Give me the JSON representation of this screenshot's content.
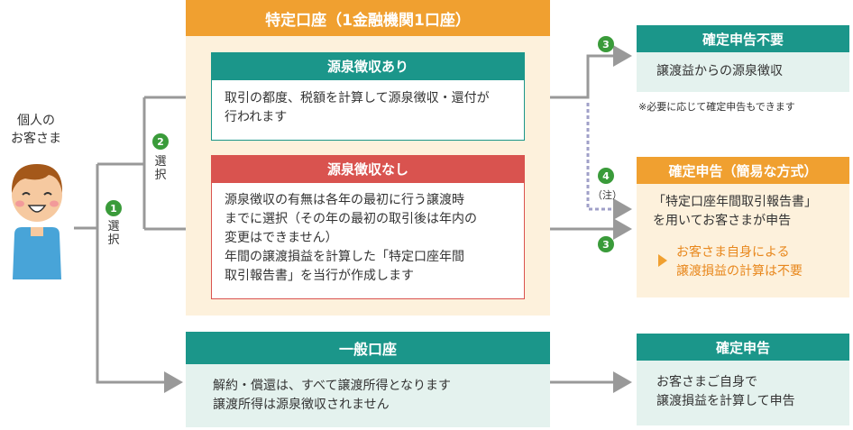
{
  "person": {
    "label_line1": "個人の",
    "label_line2": "お客さま"
  },
  "tokutei": {
    "title": "特定口座（1金融機関1口座）",
    "ari": {
      "title": "源泉徴収あり",
      "lines": [
        "取引の都度、税額を計算して源泉徴収・還付が",
        "行われます"
      ]
    },
    "nashi": {
      "title": "源泉徴収なし",
      "lines": [
        "源泉徴収の有無は各年の最初に行う譲渡時",
        "までに選択（その年の最初の取引後は年内の",
        "変更はできません）",
        "年間の譲渡損益を計算した「特定口座年間",
        "取引報告書」を当行が作成します"
      ]
    }
  },
  "ippan": {
    "title": "一般口座",
    "lines": [
      "解約・償還は、すべて譲渡所得となります",
      "譲渡所得は源泉徴収されません"
    ]
  },
  "fuyou": {
    "title": "確定申告不要",
    "body": "譲渡益からの源泉徴収",
    "note": "※必要に応じて確定申告もできます"
  },
  "kani": {
    "title": "確定申告（簡易な方式）",
    "lines": [
      "「特定口座年間取引報告書」",
      "を用いてお客さまが申告"
    ],
    "highlight": [
      "お客さま自身による",
      "譲渡損益の計算は不要"
    ]
  },
  "shinkoku": {
    "title": "確定申告",
    "lines": [
      "お客さまご自身で",
      "譲渡損益を計算して申告"
    ]
  },
  "steps": {
    "one": "1",
    "two": "2",
    "three_a": "3",
    "three_b": "3",
    "four": "4",
    "note": "（注）",
    "select_char1": "選",
    "select_char2": "択"
  },
  "colors": {
    "teal": "#1b968a",
    "red": "#d9534f",
    "orange": "#f0a030",
    "light_orange": "#fdf1dc",
    "light_teal": "#e4f2ee",
    "green": "#3a9b3a",
    "line": "#999999"
  }
}
